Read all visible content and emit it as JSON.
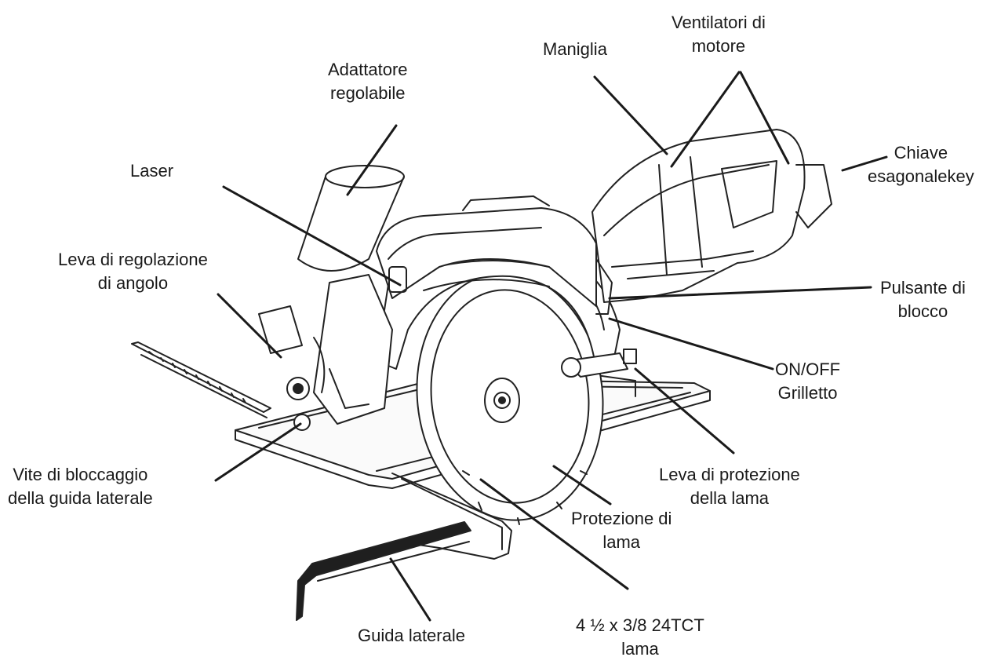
{
  "diagram": {
    "labels": {
      "maniglia": [
        "Maniglia"
      ],
      "ventilatori": [
        "Ventilatori di",
        "motore"
      ],
      "adattatore": [
        "Adattatore",
        "regolabile"
      ],
      "chiave": [
        "Chiave",
        "esagonalekey"
      ],
      "laser": [
        "Laser"
      ],
      "leva_angolo": [
        "Leva di regolazione",
        "di angolo"
      ],
      "pulsante": [
        "Pulsante di",
        "blocco"
      ],
      "onoff": [
        "ON/OFF",
        "Grilletto"
      ],
      "vite": [
        "Vite di bloccaggio",
        "della guida laterale"
      ],
      "leva_protezione": [
        "Leva di protezione",
        "della lama"
      ],
      "protezione_lama": [
        "Protezione di",
        "lama"
      ],
      "lama": [
        "4 ½ x 3/8 24TCT",
        "lama"
      ],
      "guida": [
        "Guida laterale"
      ]
    }
  }
}
